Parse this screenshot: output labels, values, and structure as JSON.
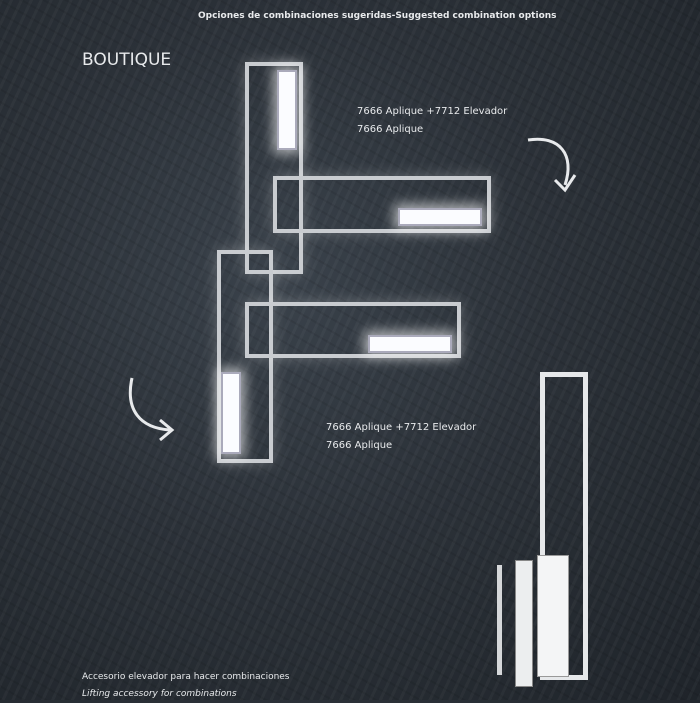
{
  "header": "Opciones de combinaciones sugeridas-Suggested combination options",
  "section_title": "BOUTIQUE",
  "combo_top": {
    "line1": "7666 Aplique +7712 Elevador",
    "line2": "7666 Aplique"
  },
  "combo_bottom": {
    "line1": "7666 Aplique +7712 Elevador",
    "line2": "7666 Aplique"
  },
  "footer": {
    "es": "Accesorio elevador para hacer combinaciones",
    "en": "Lifting accessory for combinations"
  }
}
